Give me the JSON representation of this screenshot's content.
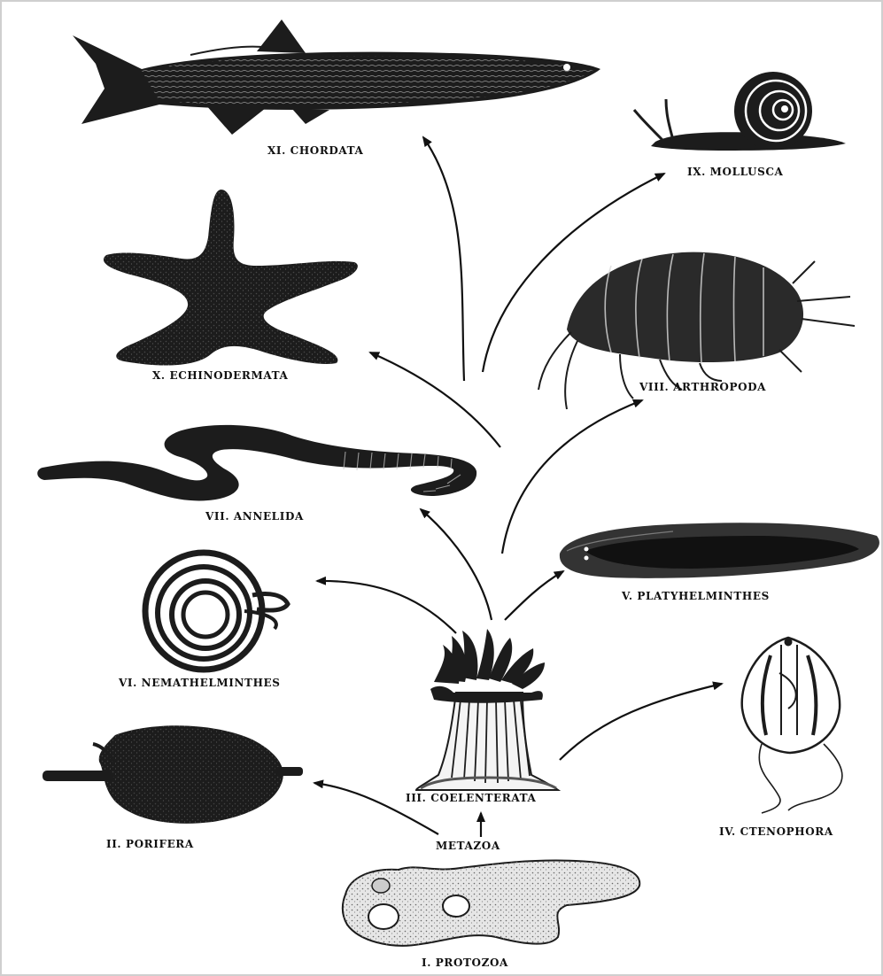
{
  "labels": {
    "protozoa": "I. PROTOZOA",
    "metazoa": "METAZOA",
    "porifera": "II. PORIFERA",
    "coelenterata": "III. COELENTERATA",
    "ctenophora": "IV. CTENOPHORA",
    "platyhelminthes": "V. PLATYHELMINTHES",
    "nemathelminthes": "VI. NEMATHELMINTHES",
    "annelida": "VII. ANNELIDA",
    "arthropoda": "VIII. ARTHROPODA",
    "mollusca": "IX. MOLLUSCA",
    "echinodermata": "X. ECHINODERMATA",
    "chordata": "XI. CHORDATA"
  },
  "colors": {
    "ink": "#111111",
    "paper": "#ffffff",
    "frame": "#cfcfcf"
  }
}
